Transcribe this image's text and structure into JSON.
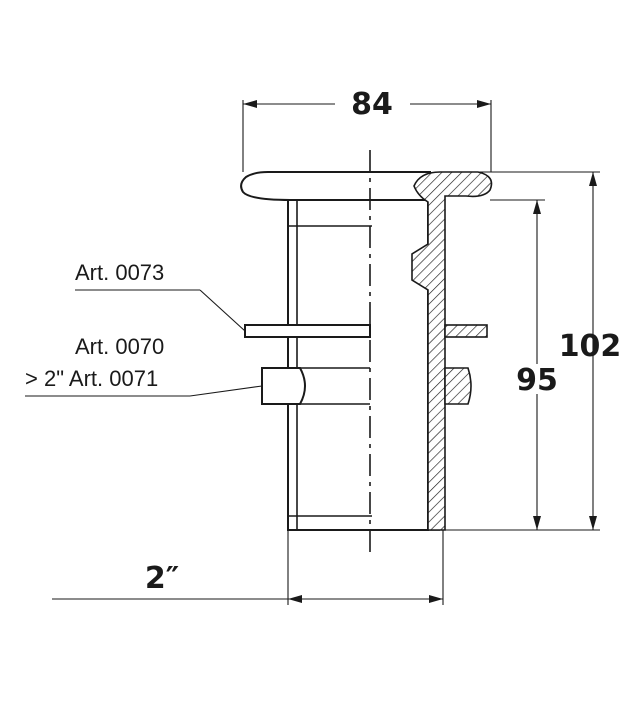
{
  "dimensions": {
    "top_width": "84",
    "inner_height": "95",
    "total_height": "102",
    "thread_size": "2″"
  },
  "labels": {
    "art_a": "Art. 0073",
    "art_b": "Art. 0070",
    "art_c": "> 2\" Art. 0071"
  }
}
